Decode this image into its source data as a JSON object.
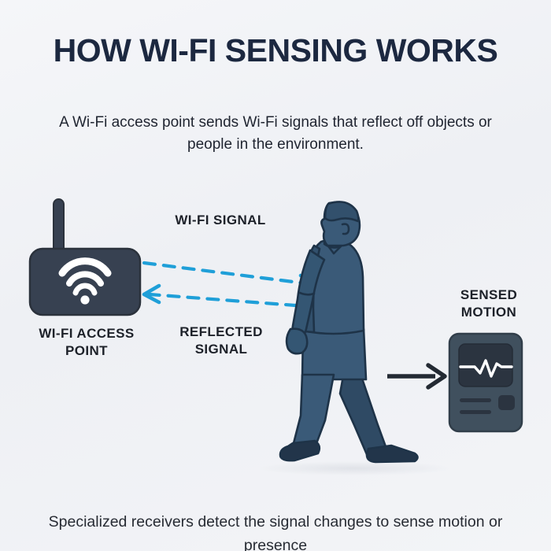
{
  "page": {
    "title": "HOW WI-FI SENSING WORKS",
    "subtitle": "A Wi-Fi access point sends Wi-Fi signals that reflect off objects or people in the environment.",
    "caption": "Specialized receivers detect the signal changes to sense motion or presence"
  },
  "diagram": {
    "labels": {
      "wifi_signal": "WI-FI SIGNAL",
      "reflected_signal": "REFLECTED SIGNAL",
      "access_point": "WI-FI ACCESS POINT",
      "sensed_motion": "SENSED MOTION"
    },
    "elements": {
      "router": "wifi-router-icon",
      "person": "walking-person-figure",
      "sensor": "motion-sensor-device-icon",
      "signal_arrow_out": "dashed-arrow-right",
      "signal_arrow_back": "dashed-arrow-left",
      "motion_arrow": "solid-arrow-right"
    }
  },
  "colors": {
    "background": "#f1f3f6",
    "title": "#1c2840",
    "body_text": "#1f2430",
    "label_text": "#1d2129",
    "router_body": "#374151",
    "router_stroke": "#2b323c",
    "wifi_glyph": "#ffffff",
    "signal_cyan": "#1f9fd8",
    "person_fill": "#3a5a78",
    "person_shadow": "#2f4a64",
    "person_stroke": "#1e3348",
    "sensor_body": "#40505e",
    "sensor_screen": "#2b3440",
    "waveform": "#ffffff",
    "motion_arrow": "#232a33"
  }
}
